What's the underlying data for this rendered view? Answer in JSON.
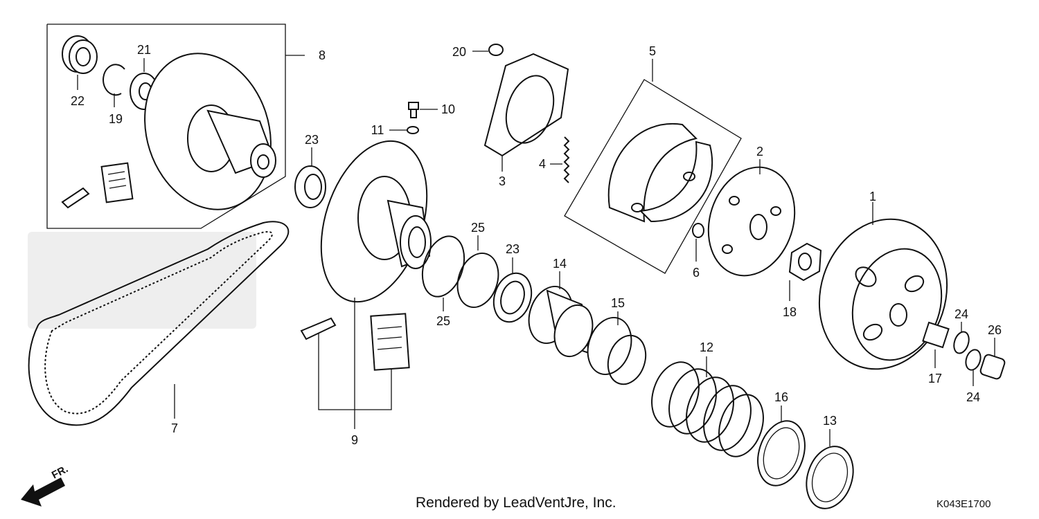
{
  "diagram": {
    "callouts": [
      {
        "id": "1",
        "label": "1"
      },
      {
        "id": "2",
        "label": "2"
      },
      {
        "id": "3",
        "label": "3"
      },
      {
        "id": "4",
        "label": "4"
      },
      {
        "id": "5",
        "label": "5"
      },
      {
        "id": "6",
        "label": "6"
      },
      {
        "id": "7",
        "label": "7"
      },
      {
        "id": "8",
        "label": "8"
      },
      {
        "id": "9",
        "label": "9"
      },
      {
        "id": "10",
        "label": "10"
      },
      {
        "id": "11",
        "label": "11"
      },
      {
        "id": "12",
        "label": "12"
      },
      {
        "id": "13",
        "label": "13"
      },
      {
        "id": "14",
        "label": "14"
      },
      {
        "id": "15",
        "label": "15"
      },
      {
        "id": "16",
        "label": "16"
      },
      {
        "id": "17",
        "label": "17"
      },
      {
        "id": "18",
        "label": "18"
      },
      {
        "id": "19",
        "label": "19"
      },
      {
        "id": "20",
        "label": "20"
      },
      {
        "id": "21",
        "label": "21"
      },
      {
        "id": "22",
        "label": "22"
      },
      {
        "id": "23a",
        "label": "23"
      },
      {
        "id": "23b",
        "label": "23"
      },
      {
        "id": "24a",
        "label": "24"
      },
      {
        "id": "24b",
        "label": "24"
      },
      {
        "id": "25a",
        "label": "25"
      },
      {
        "id": "25b",
        "label": "25"
      },
      {
        "id": "26",
        "label": "26"
      }
    ],
    "direction_label": "FR.",
    "footer": "Rendered by LeadVentJre, Inc.",
    "diagram_code": "K043E1700"
  }
}
